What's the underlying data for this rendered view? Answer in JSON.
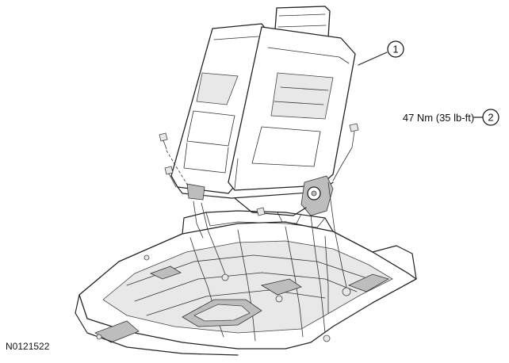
{
  "diagram": {
    "figure_id": "N0121522",
    "callouts": [
      {
        "number": "1"
      },
      {
        "number": "2",
        "label": "47 Nm (35 lb-ft)"
      }
    ]
  },
  "colors": {
    "line": "#222222",
    "background": "#ffffff",
    "shading": "#e8e8e8"
  }
}
